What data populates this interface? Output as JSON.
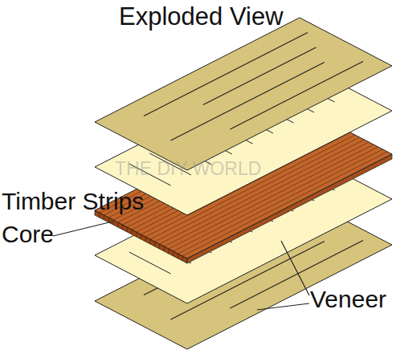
{
  "diagram": {
    "title": "Exploded View",
    "labels": [
      "THE DIY WORLD",
      "Timber Strips",
      "Core",
      "Veneer"
    ]
  }
}
